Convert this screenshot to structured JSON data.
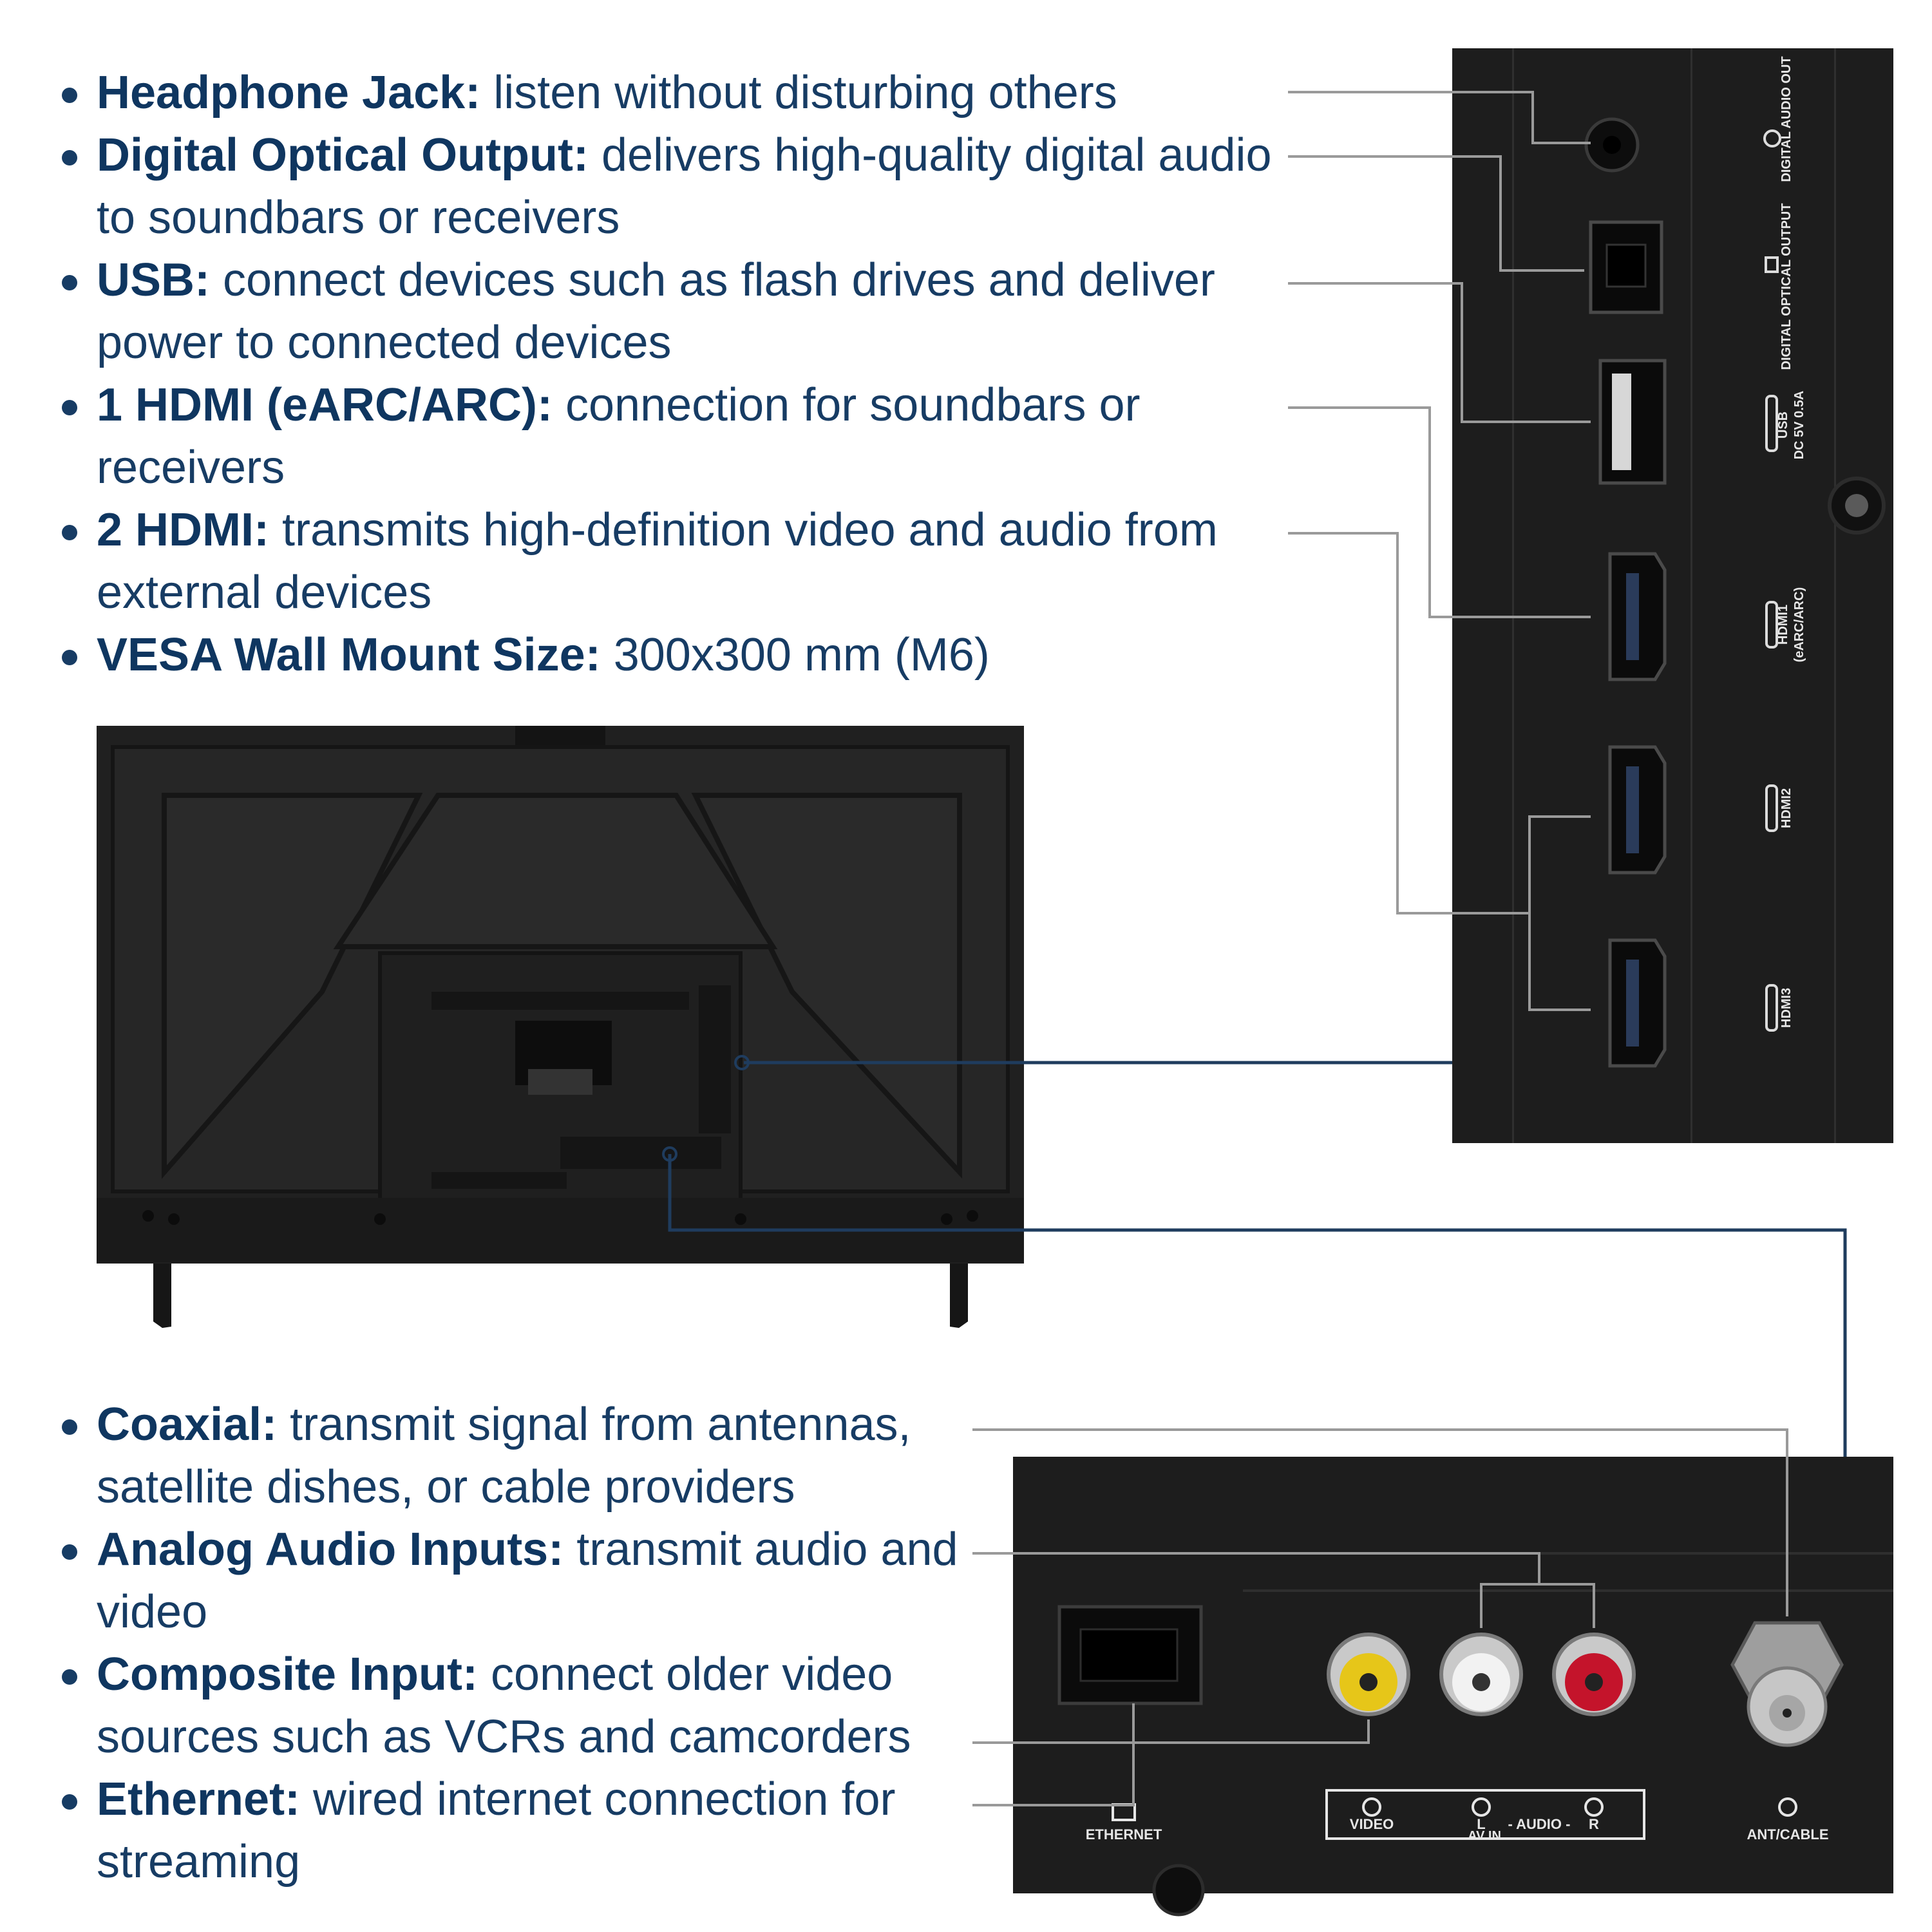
{
  "top_features": [
    {
      "term": "Headphone Jack:",
      "desc": " listen without disturbing others"
    },
    {
      "term": "Digital Optical Output:",
      "desc": " delivers high-quality digital audio to soundbars or receivers"
    },
    {
      "term": "USB:",
      "desc": " connect devices such as flash drives and deliver power to connected devices"
    },
    {
      "term": "1 HDMI (eARC/ARC):",
      "desc": " connection for soundbars or receivers"
    },
    {
      "term": "2 HDMI:",
      "desc": " transmits high-definition video and audio from external devices"
    },
    {
      "term": "VESA Wall Mount Size:",
      "desc": " 300x300 mm (M6)"
    }
  ],
  "bottom_features": [
    {
      "term": "Coaxial:",
      "desc": " transmit signal from antennas, satellite dishes, or cable providers"
    },
    {
      "term": "Analog Audio Inputs:",
      "desc": " transmit audio and video"
    },
    {
      "term": "Composite Input:",
      "desc": " connect older video sources such as VCRs and camcorders"
    },
    {
      "term": "Ethernet:",
      "desc": " wired internet connection for streaming"
    }
  ],
  "side_panel_labels": {
    "digital_audio_out": "DIGITAL AUDIO OUT",
    "digital_optical_output": "DIGITAL OPTICAL OUTPUT",
    "usb": "USB",
    "usb_power": "DC 5V 0.5A",
    "hdmi1": "HDMI1",
    "hdmi1_sub": "(eARC/ARC)",
    "hdmi2": "HDMI2",
    "hdmi3": "HDMI3"
  },
  "bottom_panel_labels": {
    "ethernet": "ETHERNET",
    "video": "VIDEO",
    "l": "L",
    "audio": "- AUDIO -",
    "r": "R",
    "av_in": "AV IN",
    "ant_cable": "ANT/CABLE"
  },
  "colors": {
    "text_navy": "#173c64",
    "callout_line": "#9a9a9a",
    "connector_line": "#1f3c5e",
    "panel_dark": "#1c1c1c",
    "tv_back": "#222222",
    "rca_yellow": "#e6c619",
    "rca_white": "#f2f2f2",
    "rca_red": "#c4142b"
  }
}
